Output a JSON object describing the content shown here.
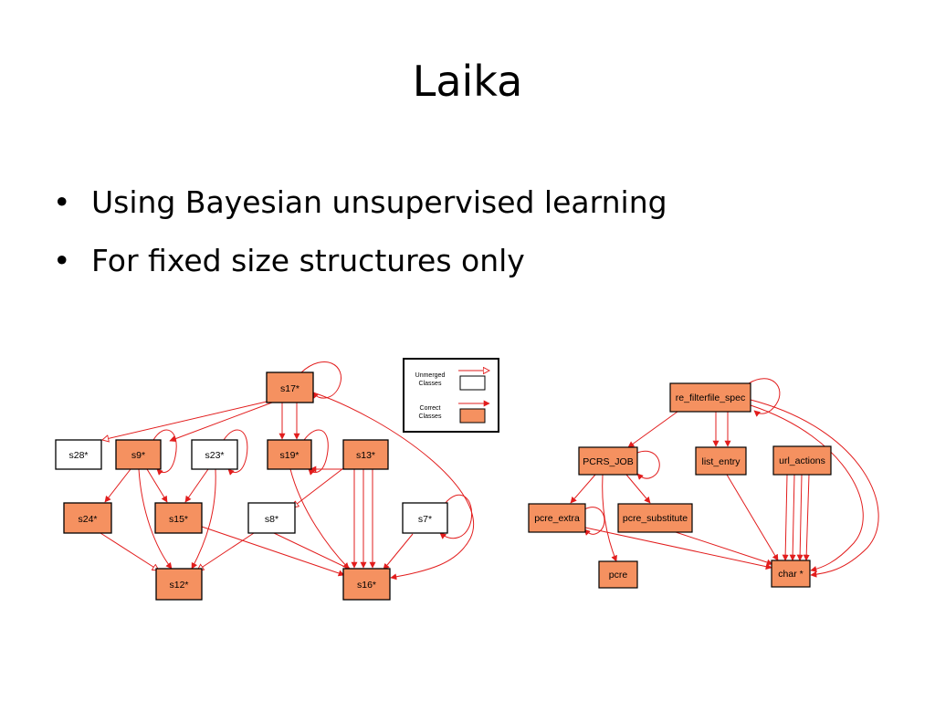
{
  "slide": {
    "title": "Laika",
    "bullets": [
      "Using Bayesian unsupervised learning",
      "For fixed size structures only"
    ]
  },
  "colors": {
    "edge": "#e21d1d",
    "merged_fill": "#f59160",
    "border": "#000000"
  },
  "legend": {
    "unmerged_label": [
      "Unmerged",
      "Classes"
    ],
    "correct_label": [
      "Correct",
      "Classes"
    ]
  },
  "diagram_left": {
    "nodes": [
      {
        "id": "s17",
        "label": "s17*",
        "fill": "orange"
      },
      {
        "id": "s28",
        "label": "s28*",
        "fill": "white"
      },
      {
        "id": "s9",
        "label": "s9*",
        "fill": "orange"
      },
      {
        "id": "s23",
        "label": "s23*",
        "fill": "white"
      },
      {
        "id": "s19",
        "label": "s19*",
        "fill": "orange"
      },
      {
        "id": "s13",
        "label": "s13*",
        "fill": "orange"
      },
      {
        "id": "s24",
        "label": "s24*",
        "fill": "orange"
      },
      {
        "id": "s15",
        "label": "s15*",
        "fill": "orange"
      },
      {
        "id": "s8",
        "label": "s8*",
        "fill": "white"
      },
      {
        "id": "s7",
        "label": "s7*",
        "fill": "white"
      },
      {
        "id": "s12",
        "label": "s12*",
        "fill": "orange"
      },
      {
        "id": "s16",
        "label": "s16*",
        "fill": "orange"
      }
    ]
  },
  "diagram_right": {
    "nodes": [
      {
        "id": "re",
        "label": "re_filterfile_spec",
        "fill": "orange"
      },
      {
        "id": "pcrsjob",
        "label": "PCRS_JOB",
        "fill": "orange"
      },
      {
        "id": "listentry",
        "label": "list_entry",
        "fill": "orange"
      },
      {
        "id": "urlactions",
        "label": "url_actions",
        "fill": "orange"
      },
      {
        "id": "pcreextra",
        "label": "pcre_extra",
        "fill": "orange"
      },
      {
        "id": "pcresub",
        "label": "pcre_substitute",
        "fill": "orange"
      },
      {
        "id": "pcre",
        "label": "pcre",
        "fill": "orange"
      },
      {
        "id": "char",
        "label": "char *",
        "fill": "orange"
      }
    ]
  }
}
